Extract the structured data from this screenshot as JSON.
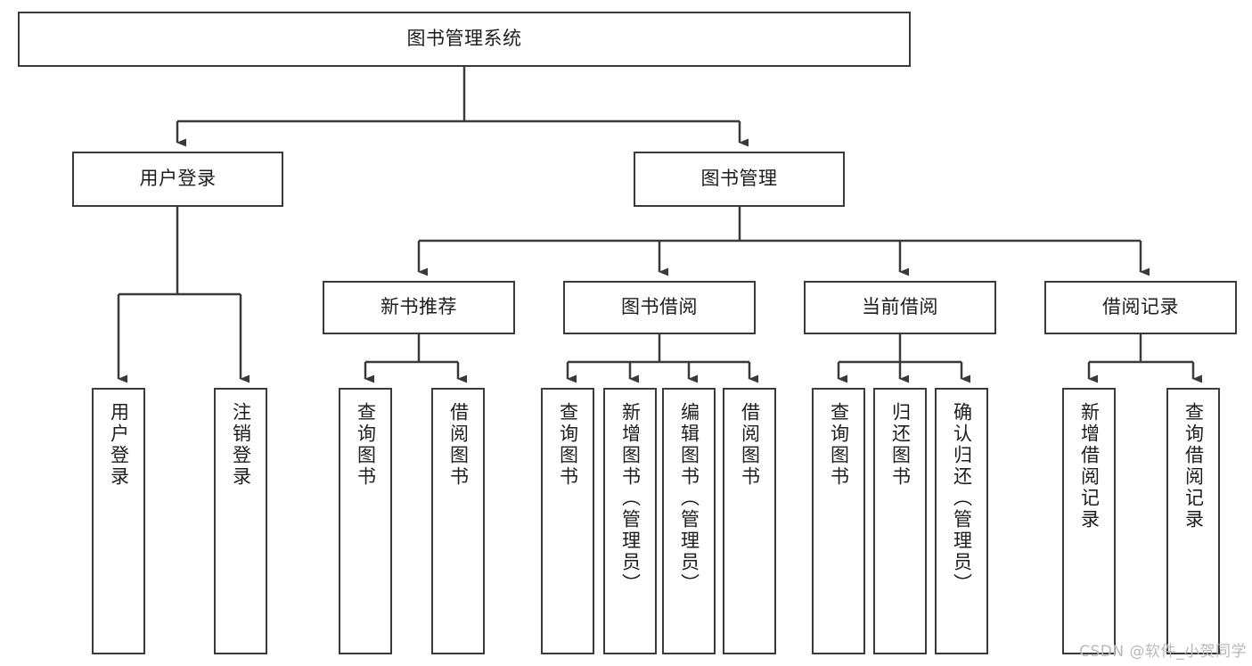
{
  "diagram": {
    "title": "图书管理系统",
    "watermark": "CSDN @软件_小贺同学",
    "colors": {
      "stroke": "#3a3a3a",
      "text": "#1d1d1d",
      "background": "#ffffff",
      "watermark": "#b9b9b9"
    },
    "levels": {
      "root": {
        "label": "图书管理系统"
      },
      "level2": [
        {
          "label": "用户登录"
        },
        {
          "label": "图书管理"
        }
      ],
      "level3": [
        {
          "label": "新书推荐"
        },
        {
          "label": "图书借阅"
        },
        {
          "label": "当前借阅"
        },
        {
          "label": "借阅记录"
        }
      ],
      "leaves": {
        "user_login": [
          {
            "label": "用户登录"
          },
          {
            "label": "注销登录"
          }
        ],
        "new_book_recommend": [
          {
            "label": "查询图书"
          },
          {
            "label": "借阅图书"
          }
        ],
        "book_borrow": [
          {
            "label": "查询图书"
          },
          {
            "label": "新增图书（管理员）"
          },
          {
            "label": "编辑图书（管理员）"
          },
          {
            "label": "借阅图书"
          }
        ],
        "current_borrow": [
          {
            "label": "查询图书"
          },
          {
            "label": "归还图书"
          },
          {
            "label": "确认归还（管理员）"
          }
        ],
        "borrow_record": [
          {
            "label": "新增借阅记录"
          },
          {
            "label": "查询借阅记录"
          }
        ]
      }
    }
  }
}
